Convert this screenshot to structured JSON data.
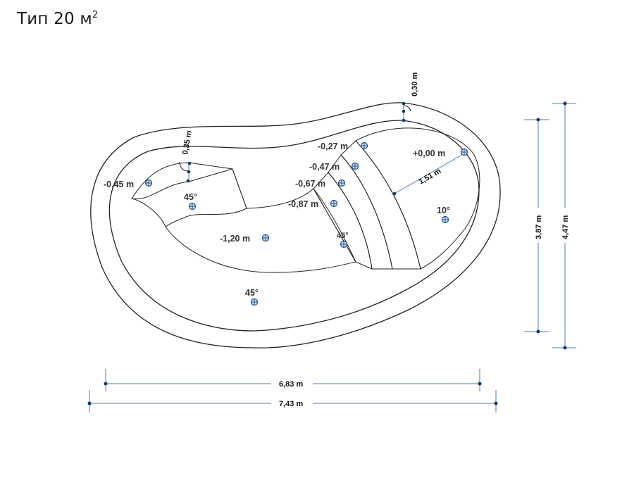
{
  "title": {
    "text": "Тип 20 м",
    "sup": "2"
  },
  "depth_points": [
    {
      "label": "-0,45 m"
    },
    {
      "label": "-0,27 m"
    },
    {
      "label": "-0,47 m"
    },
    {
      "label": "-0,67 m"
    },
    {
      "label": "-0,87 m"
    },
    {
      "label": "+0,00 m"
    },
    {
      "label": "-1,20 m"
    }
  ],
  "slope_points": [
    {
      "label": "45°"
    },
    {
      "label": "45°"
    },
    {
      "label": "10°"
    },
    {
      "label": "45°"
    }
  ],
  "dimensions": {
    "inner_width": "6,83 m",
    "outer_width": "7,43 m",
    "inner_height": "3,87 m",
    "outer_height": "4,47 m",
    "wall_right": "0,30 m",
    "wall_left": "0,35 m",
    "radius": "1,51 m"
  }
}
